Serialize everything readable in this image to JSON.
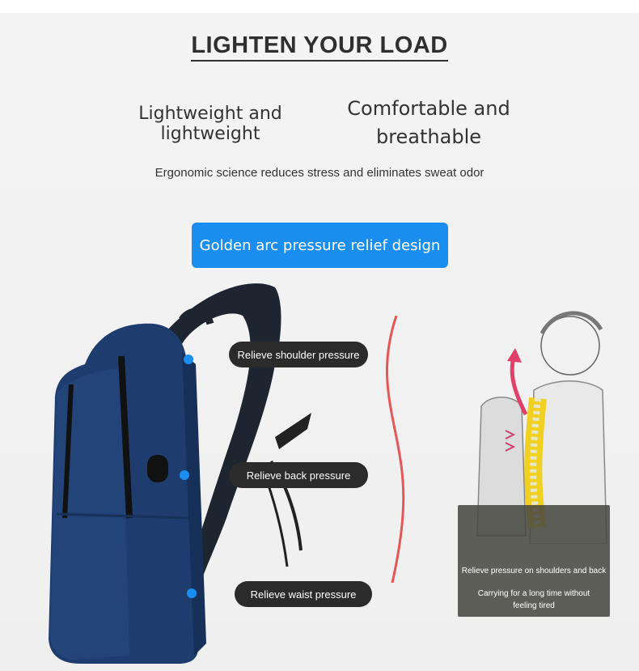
{
  "headline": "LIGHTEN YOUR LOAD",
  "features": {
    "left": "Lightweight and lightweight",
    "right": "Comfortable and breathable"
  },
  "subline": "Ergonomic science reduces stress and eliminates sweat odor",
  "design_button": "Golden arc pressure relief design",
  "callouts": {
    "shoulder": "Relieve shoulder pressure",
    "back": "Relieve back pressure",
    "waist": "Relieve waist pressure"
  },
  "info_box": {
    "line1": "Relieve pressure on shoulders and back",
    "line2": "Carrying for a long time without feeling tired"
  },
  "colors": {
    "accent": "#1a8ef0",
    "bag": "#1e3c6e",
    "pill": "#2b2b2b",
    "curve": "#e33b3b"
  }
}
